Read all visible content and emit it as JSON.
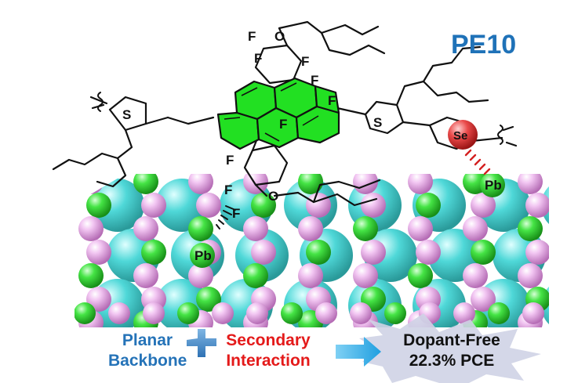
{
  "title": "PE10",
  "atoms": {
    "fluorine": "F",
    "oxygen": "O",
    "sulfur": "S",
    "selenium": "Se",
    "lead": "Pb"
  },
  "caption": {
    "planar_line1": "Planar",
    "planar_line2": "Backbone",
    "secondary_line1": "Secondary",
    "secondary_line2": "Interaction",
    "result_line1": "Dopant-Free",
    "result_line2": "22.3% PCE"
  },
  "colors": {
    "title": "#1f72b8",
    "core_green": "#22e022",
    "atom_magenta": "#e6a6e6",
    "atom_green": "#3fe23f",
    "atom_cyan": "#49d6d6",
    "selenium_red": "#e84444",
    "plus_icon": "#3a86c8",
    "arrow": "#22a8e8",
    "planar_text": "#2573b8",
    "secondary_text": "#e41a1a"
  }
}
